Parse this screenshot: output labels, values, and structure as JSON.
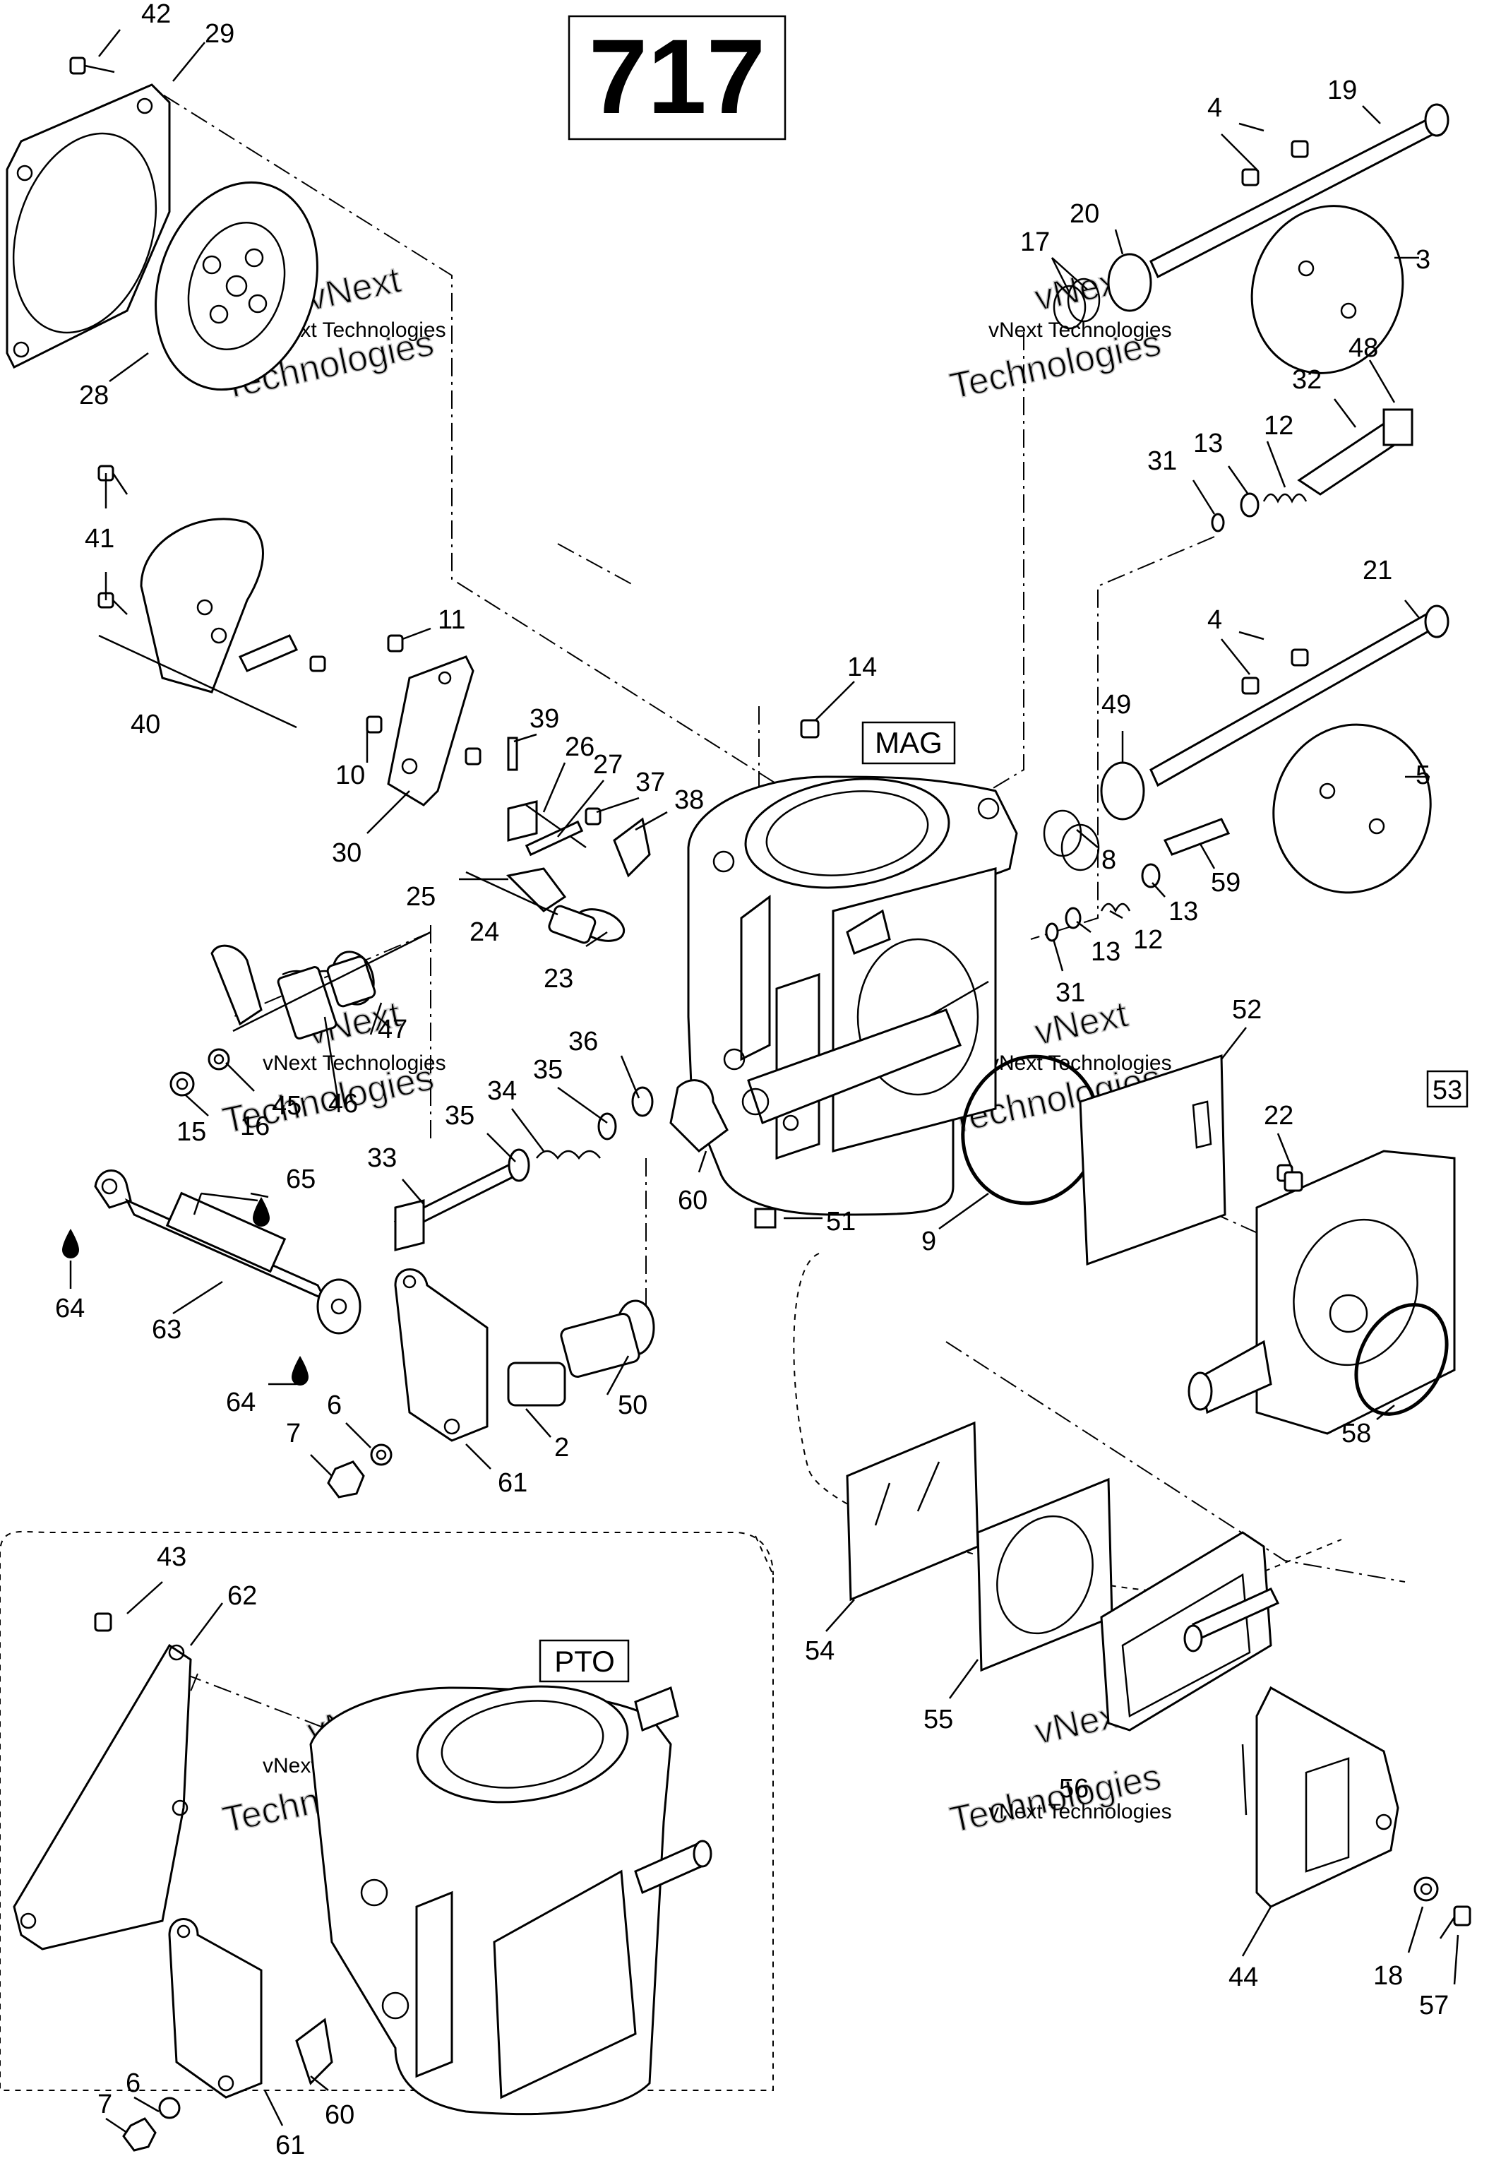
{
  "title": "717",
  "labels": {
    "mag": "MAG",
    "pto": "PTO",
    "box53": "53"
  },
  "watermark": {
    "line1": "vNext Technologies",
    "line2": "Technologies",
    "line3": "vNext"
  },
  "callouts": [
    "42",
    "29",
    "28",
    "41",
    "40",
    "11",
    "10",
    "30",
    "39",
    "26",
    "27",
    "37",
    "38",
    "25",
    "24",
    "23",
    "14",
    "4",
    "19",
    "20",
    "17",
    "3",
    "48",
    "32",
    "12",
    "13",
    "31",
    "21",
    "4",
    "49",
    "8",
    "5",
    "59",
    "13",
    "12",
    "13",
    "31",
    "47",
    "46",
    "45",
    "16",
    "15",
    "36",
    "35",
    "34",
    "35",
    "33",
    "60",
    "51",
    "52",
    "9",
    "22",
    "58",
    "65",
    "64",
    "63",
    "64",
    "50",
    "2",
    "6",
    "7",
    "61",
    "43",
    "62",
    "54",
    "55",
    "56",
    "44",
    "18",
    "57",
    "6",
    "7",
    "61",
    "60"
  ]
}
